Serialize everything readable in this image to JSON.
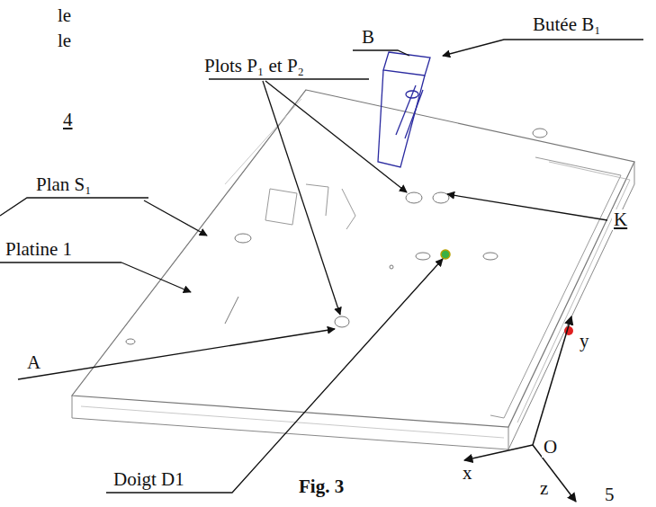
{
  "diagram": {
    "caption": "Fig. 3",
    "labels": [
      "le",
      "le",
      "B",
      "Butée B₁",
      "Plots P₁ et P₂",
      "4",
      "Plan S₁",
      "Platine 1",
      "K",
      "A",
      "y",
      "Doigt D1",
      "x",
      "O",
      "z",
      "5"
    ]
  }
}
